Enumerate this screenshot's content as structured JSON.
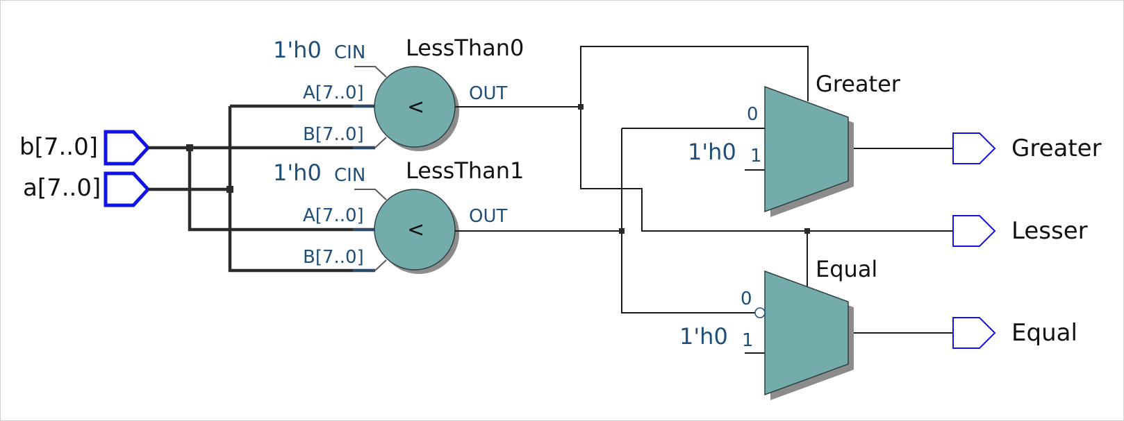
{
  "inputs": {
    "b": "b[7..0]",
    "a": "a[7..0]"
  },
  "comparators": [
    {
      "name": "LessThan0",
      "cin_value": "1'h0",
      "cin_label": "CIN",
      "a_pin": "A[7..0]",
      "b_pin": "B[7..0]",
      "out_pin": "OUT",
      "symbol": "<"
    },
    {
      "name": "LessThan1",
      "cin_value": "1'h0",
      "cin_label": "CIN",
      "a_pin": "A[7..0]",
      "b_pin": "B[7..0]",
      "out_pin": "OUT",
      "symbol": "<"
    }
  ],
  "muxes": [
    {
      "name": "Greater",
      "sel0": "0",
      "sel1": "1",
      "const_value": "1'h0"
    },
    {
      "name": "Equal",
      "sel0": "0",
      "sel1": "1",
      "const_value": "1'h0"
    }
  ],
  "outputs": {
    "greater": "Greater",
    "lesser": "Lesser",
    "equal": "Equal"
  },
  "colors": {
    "component_fill": "#74abab",
    "port_stroke": "#1212e6",
    "pin_text": "#1f4e79"
  }
}
